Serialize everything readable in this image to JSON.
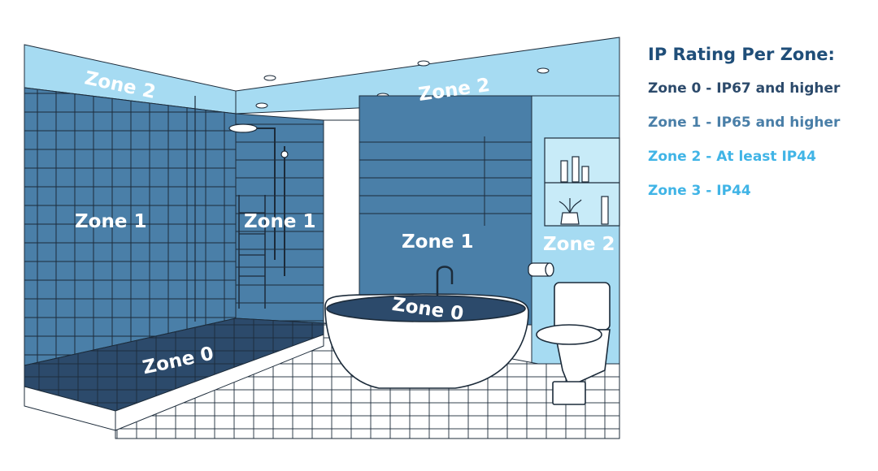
{
  "colors": {
    "zone0": "#2c4a6b",
    "zone1": "#4a7fa8",
    "zone2": "#a6dbf2",
    "zone3": "#ffffff",
    "line": "#1c2b3a",
    "legend_title": "#1f4e79"
  },
  "diagram": {
    "zone_labels": [
      {
        "id": "back-wall-left-zone2",
        "text": "Zone 2"
      },
      {
        "id": "ceiling-zone2",
        "text": "Zone 2"
      },
      {
        "id": "left-wall-zone1",
        "text": "Zone 1"
      },
      {
        "id": "shower-wall-zone1",
        "text": "Zone 1"
      },
      {
        "id": "bath-wall-zone1",
        "text": "Zone 1"
      },
      {
        "id": "toilet-wall-zone2",
        "text": "Zone 2"
      },
      {
        "id": "bathtub-zone0",
        "text": "Zone 0"
      },
      {
        "id": "shower-floor-zone0",
        "text": "Zone 0"
      }
    ]
  },
  "legend": {
    "title": "IP Rating Per Zone:",
    "items": [
      {
        "text": "Zone 0 - IP67 and higher",
        "color": "#2c4a6b"
      },
      {
        "text": "Zone 1 - IP65 and higher",
        "color": "#4a7fa8"
      },
      {
        "text": "Zone 2 - At least IP44",
        "color": "#40b4e6"
      },
      {
        "text": "Zone 3 - IP44",
        "color": "#40b4e6"
      }
    ]
  }
}
